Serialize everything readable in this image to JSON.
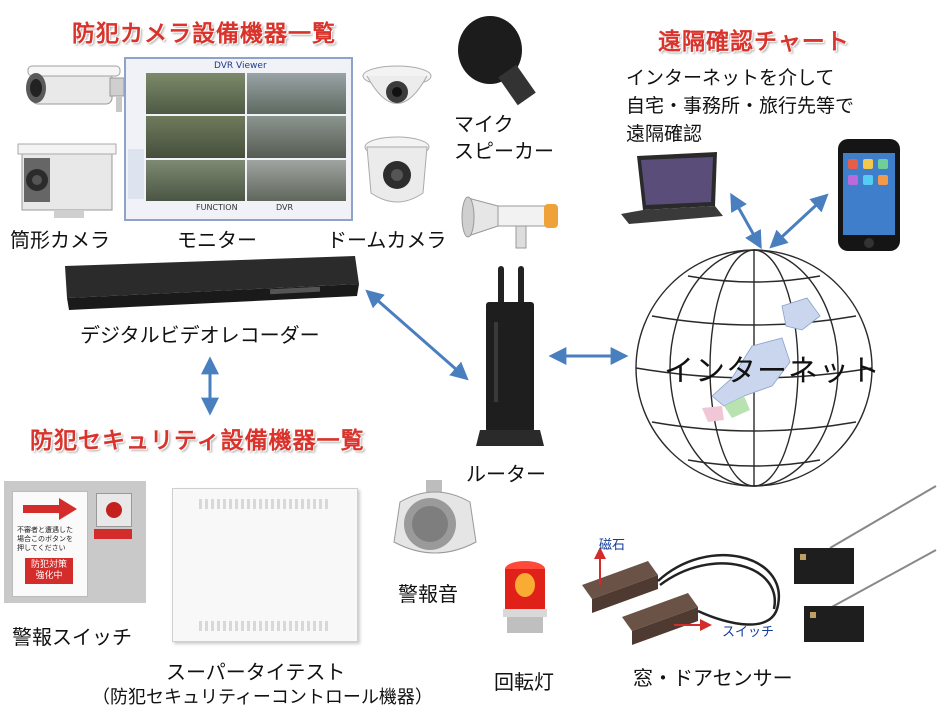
{
  "headings": {
    "camera": "防犯カメラ設備機器一覧",
    "remote": "遠隔確認チャート",
    "security": "防犯セキュリティ設備機器一覧"
  },
  "remote_note": [
    "インターネットを介して",
    "自宅・事務所・旅行先等で",
    "遠隔確認"
  ],
  "labels": {
    "tube_camera": "筒形カメラ",
    "monitor": "モニター",
    "dome_camera": "ドームカメラ",
    "mic": "マイク",
    "speaker": "スピーカー",
    "dvr": "デジタルビデオレコーダー",
    "router": "ルーター",
    "internet": "インターネット",
    "alarm_switch": "警報スイッチ",
    "super_tester": "スーパータイテスト",
    "super_tester_sub": "（防犯セキュリティーコントロール機器）",
    "alarm_sound": "警報音",
    "rotating_light": "回転灯",
    "door_sensor": "窓・ドアセンサー",
    "magnet": "磁石",
    "switch": "スイッチ"
  },
  "monitor_screen": {
    "title": "DVR Viewer",
    "bottom_left": "FUNCTION",
    "bottom_right": "DVR"
  },
  "alarm_sign": {
    "text": [
      "不審者と遭遇した",
      "場合このボタンを",
      "押してください"
    ],
    "badge": [
      "防犯対策",
      "強化中"
    ]
  },
  "colors": {
    "heading": "#d9332b",
    "arrow": "#4a7fbf",
    "sticker_red": "#d42b2b",
    "globe_line": "#2a2a2a"
  }
}
